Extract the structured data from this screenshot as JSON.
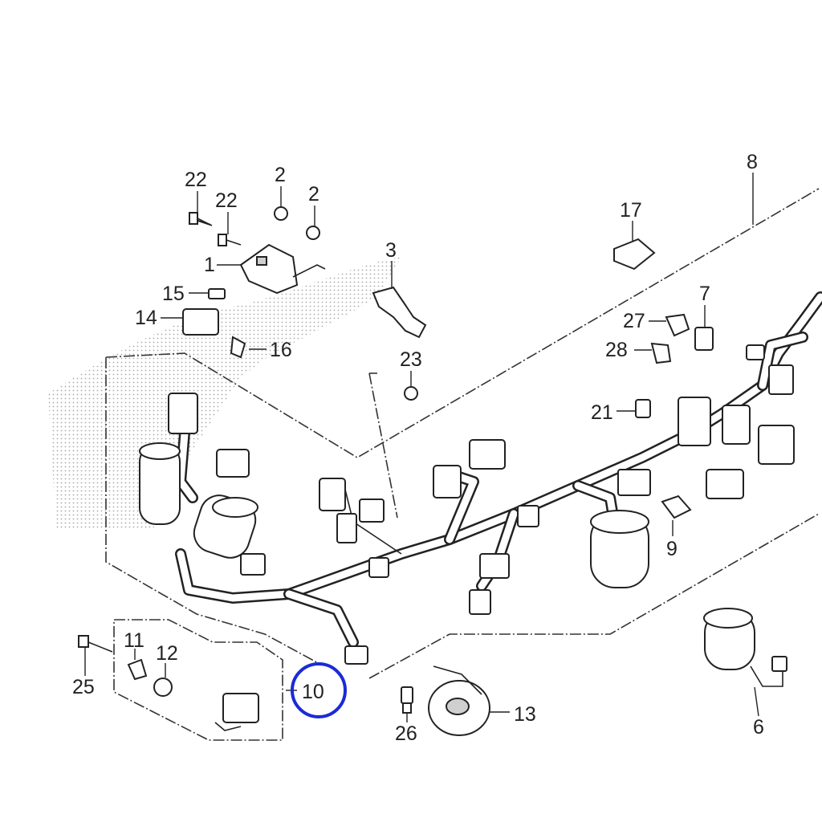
{
  "callouts": {
    "p1": "1",
    "p2a": "2",
    "p2b": "2",
    "p3": "3",
    "p6": "6",
    "p7": "7",
    "p8": "8",
    "p9": "9",
    "p10": "10",
    "p11": "11",
    "p12": "12",
    "p13": "13",
    "p14": "14",
    "p15": "15",
    "p16": "16",
    "p17": "17",
    "p21": "21",
    "p22a": "22",
    "p22b": "22",
    "p23": "23",
    "p25": "25",
    "p26": "26",
    "p27": "27",
    "p28": "28"
  },
  "highlight": {
    "part": "10",
    "color": "#1a2bd6"
  }
}
